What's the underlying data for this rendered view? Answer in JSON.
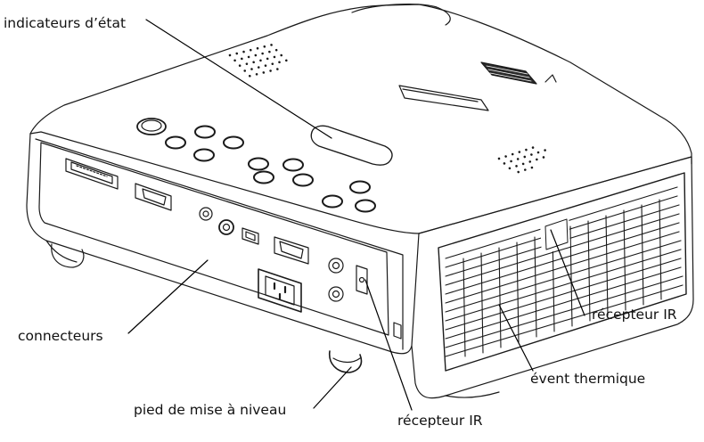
{
  "figure": {
    "callouts": {
      "status_indicators": "indicateurs d’état",
      "connectors": "connecteurs",
      "ir_receiver_side": "récepteur IR",
      "thermal_vent": "évent thermique",
      "leveling_foot": "pied de mise à niveau",
      "ir_receiver_front": "récepteur IR"
    }
  }
}
